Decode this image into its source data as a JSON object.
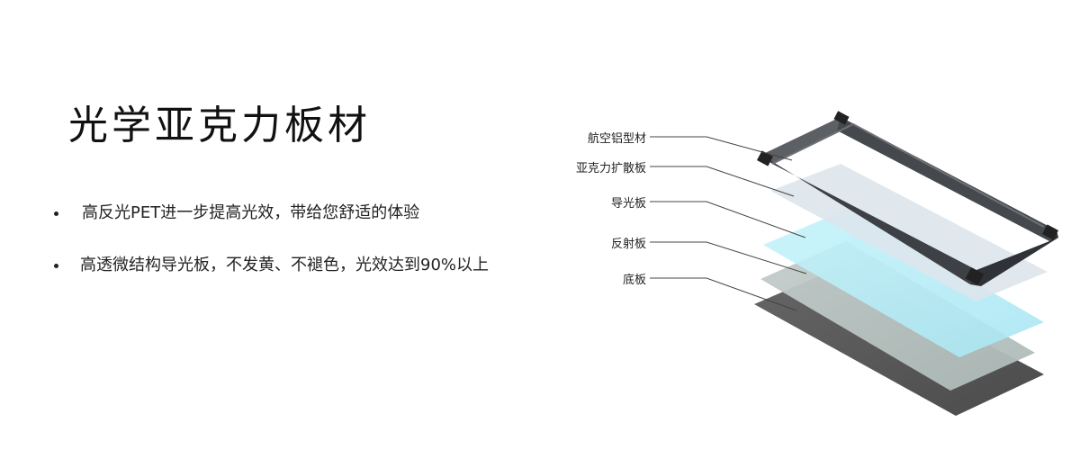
{
  "title": "光学亚克力板材",
  "bullets": [
    "高反光PET进一步提高光效，带给您舒适的体验",
    "高透微结构导光板，不发黄、不褪色，光效达到90%以上"
  ],
  "layers": [
    "航空铝型材",
    "亚克力扩散板",
    "导光板",
    "反射板",
    "底板"
  ],
  "colors": {
    "frame": "#4a4d52",
    "diffuser": "#dfe6ec",
    "light_guide": "#bdeff7",
    "reflector": "#b9c5c2",
    "base": "#5a5a5a"
  }
}
